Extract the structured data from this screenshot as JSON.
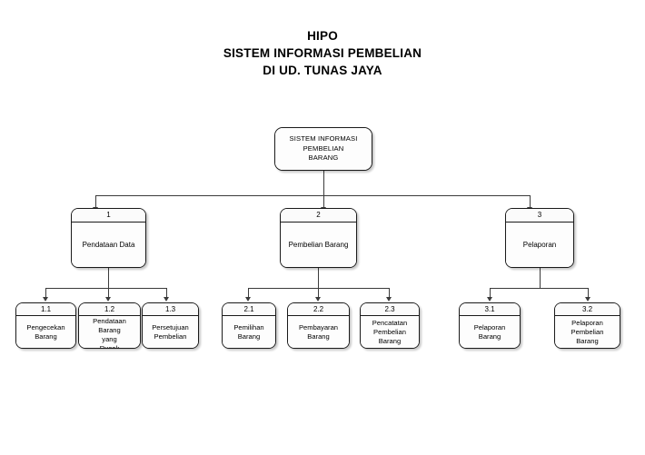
{
  "title": {
    "line1": "HIPO",
    "line2": "SISTEM INFORMASI PEMBELIAN",
    "line3": "DI UD. TUNAS JAYA"
  },
  "diagram": {
    "type": "hierarchy-chart",
    "root": {
      "id": "root",
      "label": "SISTEM INFORMASI\nPEMBELIAN\nBARANG"
    },
    "level1": [
      {
        "number": "1",
        "label": "Pendataan Data"
      },
      {
        "number": "2",
        "label": "Pembelian Barang"
      },
      {
        "number": "3",
        "label": "Pelaporan"
      }
    ],
    "level2": [
      {
        "number": "1.1",
        "label": "Pengecekan\nBarang"
      },
      {
        "number": "1.2",
        "label": "Pendataan Barang\nyang\nRusak"
      },
      {
        "number": "1.3",
        "label": "Persetujuan\nPembelian"
      },
      {
        "number": "2.1",
        "label": "Pemilihan\nBarang"
      },
      {
        "number": "2.2",
        "label": "Pembayaran\nBarang"
      },
      {
        "number": "2.3",
        "label": "Pencatatan\nPembelian\nBarang"
      },
      {
        "number": "3.1",
        "label": "Pelaporan\nBarang"
      },
      {
        "number": "3.2",
        "label": "Pelaporan\nPembelian\nBarang"
      }
    ]
  },
  "colors": {
    "background": "#ffffff",
    "node_fill": "#fdfdfd",
    "node_border": "#1a1a1a",
    "connector": "#3b3b3b",
    "text": "#000000"
  }
}
